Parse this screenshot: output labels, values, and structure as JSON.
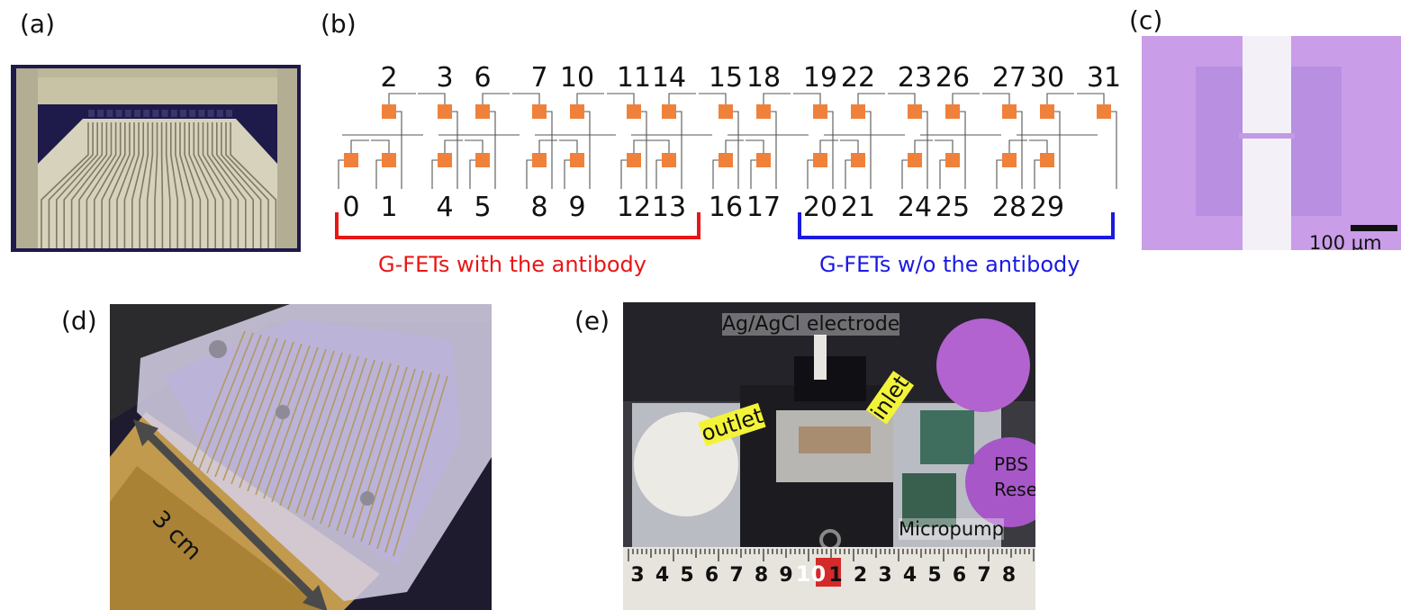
{
  "panels": {
    "a": {
      "label": "(a)"
    },
    "b": {
      "label": "(b)",
      "top_numbers": [
        "2",
        "3",
        "6",
        "7",
        "10",
        "11",
        "14",
        "15",
        "18",
        "19",
        "22",
        "23",
        "26",
        "27",
        "30",
        "31"
      ],
      "bottom_numbers": [
        "0",
        "1",
        "4",
        "5",
        "8",
        "9",
        "12",
        "13",
        "16",
        "17",
        "20",
        "21",
        "24",
        "25",
        "28",
        "29"
      ],
      "group_with": "G-FETs with the antibody",
      "group_without": "G-FETs w/o the antibody"
    },
    "c": {
      "label": "(c)",
      "scale_bar": "100 μm"
    },
    "d": {
      "label": "(d)",
      "dimension": "3 cm"
    },
    "e": {
      "label": "(e)",
      "electrode": "Ag/AgCl electrode",
      "outlet": "outlet",
      "inlet": "inlet",
      "reservoir_line1": "PBS",
      "reservoir_line2": "Reservoir",
      "pump": "Micropump",
      "ruler_digits": [
        "3",
        "4",
        "5",
        "6",
        "7",
        "8",
        "9",
        "10",
        "1",
        "2",
        "3",
        "4",
        "5",
        "6",
        "7",
        "8"
      ]
    }
  },
  "colors": {
    "pad": "#f0813a",
    "with_antibody": "#e81616",
    "without_antibody": "#1a1ae0",
    "micrograph": "#c79ce6"
  }
}
